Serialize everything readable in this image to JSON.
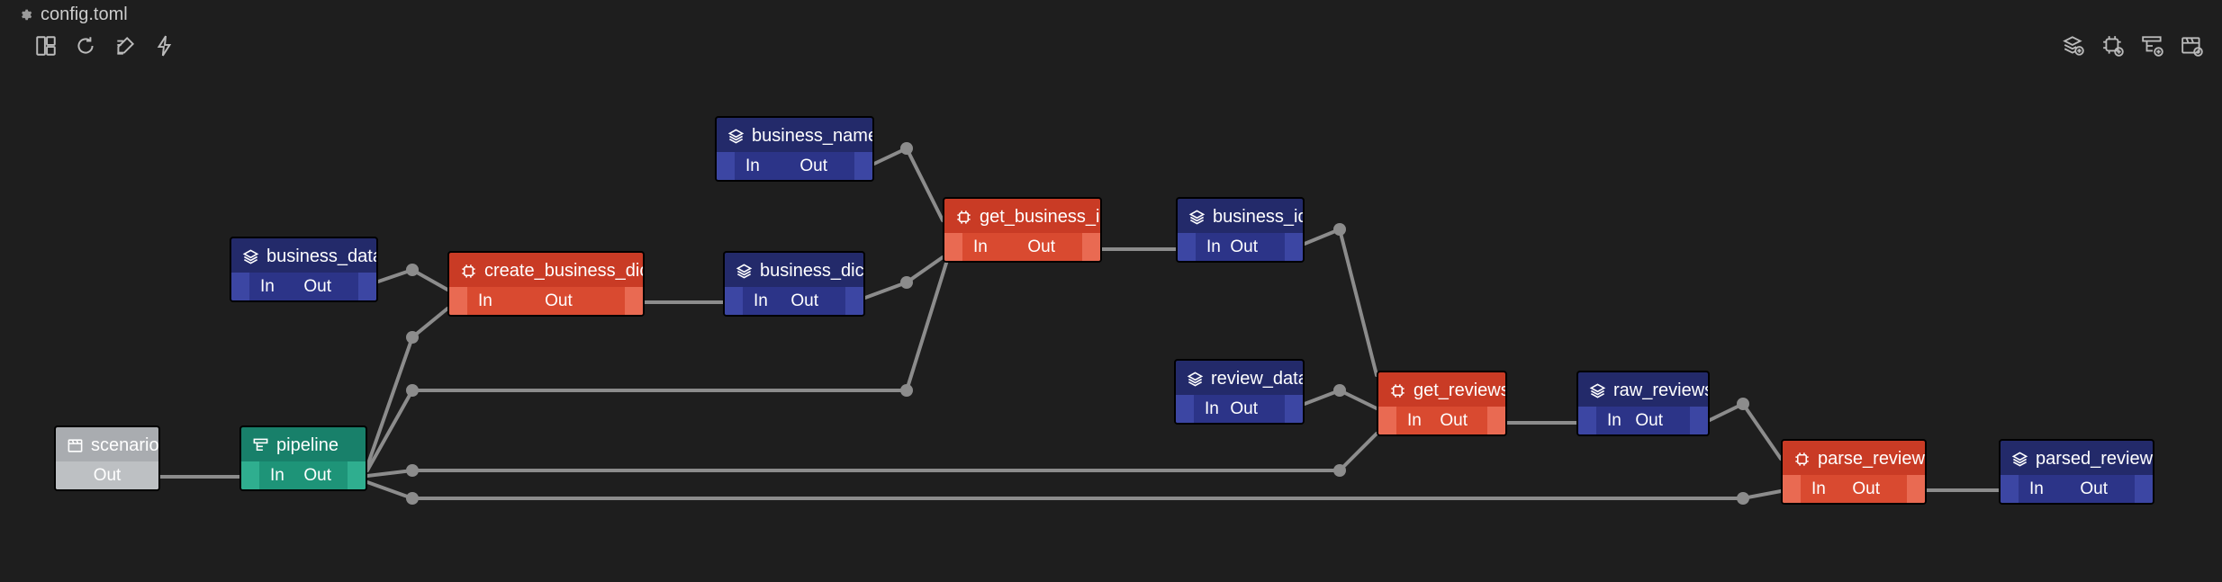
{
  "window": {
    "title": "config.toml",
    "icon": "gear-icon"
  },
  "toolbar_left": [
    {
      "name": "layout-icon"
    },
    {
      "name": "refresh-icon"
    },
    {
      "name": "edit-icon"
    },
    {
      "name": "lightning-icon"
    }
  ],
  "toolbar_right": [
    {
      "name": "add-data-node-icon"
    },
    {
      "name": "add-task-icon"
    },
    {
      "name": "add-pipeline-icon"
    },
    {
      "name": "add-scenario-icon"
    }
  ],
  "port_labels": {
    "in": "In",
    "out": "Out"
  },
  "nodes": {
    "scenario": {
      "label": "scenario",
      "kind": "scenario",
      "icon": "scenario-icon"
    },
    "pipeline": {
      "label": "pipeline",
      "kind": "pipeline",
      "icon": "pipeline-icon"
    },
    "business_data": {
      "label": "business_data",
      "kind": "data",
      "icon": "stack-icon"
    },
    "create_business_dict": {
      "label": "create_business_dict",
      "kind": "task",
      "icon": "chip-icon"
    },
    "business_dict": {
      "label": "business_dict",
      "kind": "data",
      "icon": "stack-icon"
    },
    "business_name": {
      "label": "business_name",
      "kind": "data",
      "icon": "stack-icon"
    },
    "get_business_id": {
      "label": "get_business_id",
      "kind": "task",
      "icon": "chip-icon"
    },
    "business_id": {
      "label": "business_id",
      "kind": "data",
      "icon": "stack-icon"
    },
    "review_data": {
      "label": "review_data",
      "kind": "data",
      "icon": "stack-icon"
    },
    "get_reviews": {
      "label": "get_reviews",
      "kind": "task",
      "icon": "chip-icon"
    },
    "raw_reviews": {
      "label": "raw_reviews",
      "kind": "data",
      "icon": "stack-icon"
    },
    "parse_reviews": {
      "label": "parse_reviews",
      "kind": "task",
      "icon": "chip-icon"
    },
    "parsed_reviews": {
      "label": "parsed_reviews",
      "kind": "data",
      "icon": "stack-icon"
    }
  },
  "colors": {
    "background": "#1e1e1e",
    "edge": "#8c8c8c",
    "data_node": "#232a6a",
    "task_node": "#c93b25",
    "pipeline_node": "#18806a",
    "scenario_node": "#a9acb0"
  }
}
